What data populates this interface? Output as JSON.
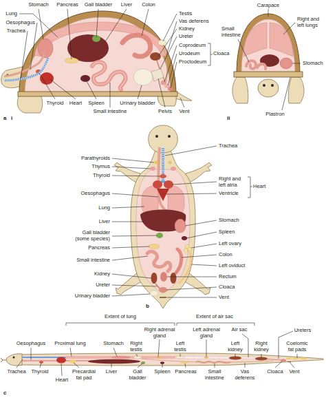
{
  "diagram": {
    "labels": [
      "Lung",
      "Oesophagus",
      "Trachea",
      "Stomach",
      "Pancreas",
      "Gall bladder",
      "Liver",
      "Colon",
      "Testis",
      "Vas deferens",
      "Kidney",
      "Ureter",
      "Coprodeum",
      "Urodeum",
      "Proctodeum",
      "Cloaca",
      "Thyroid",
      "Heart",
      "Spleen",
      "Small intestine",
      "Urinary bladder",
      "Pelvis",
      "Vent",
      "a",
      "i",
      "Carapace",
      "Small intestine",
      "Right and left lungs",
      "Stomach",
      "Plastron",
      "ii",
      "Parathyroids",
      "Thymus",
      "Trachea",
      "Thyroid",
      "Right and left atria",
      "Heart",
      "Ventricle",
      "Oesophagus",
      "Lung",
      "Stomach",
      "Spleen",
      "Liver",
      "Gall bladder (some species)",
      "Left ovary",
      "Pancreas",
      "Colon",
      "Small intestine",
      "Left oviduct",
      "Rectum",
      "Kidney",
      "Cloaca",
      "Ureter",
      "Urinary bladder",
      "Vent",
      "b",
      "Extent of lung",
      "Extent of air sac",
      "Air sac",
      "Right adrenal gland",
      "Left adrenal gland",
      "Oesophagus",
      "Proximal lung",
      "Stomach",
      "Right testis",
      "Left testis",
      "Left kidney",
      "Right kidney",
      "Coelomic fat pads",
      "Trachea",
      "Thyroid",
      "Precardial fat pad",
      "Heart",
      "Liver",
      "Gall bladder",
      "Spleen",
      "Pancreas",
      "Small intestine",
      "Vas deferens",
      "Cloaca",
      "Vent",
      "Ureters",
      "c"
    ]
  }
}
